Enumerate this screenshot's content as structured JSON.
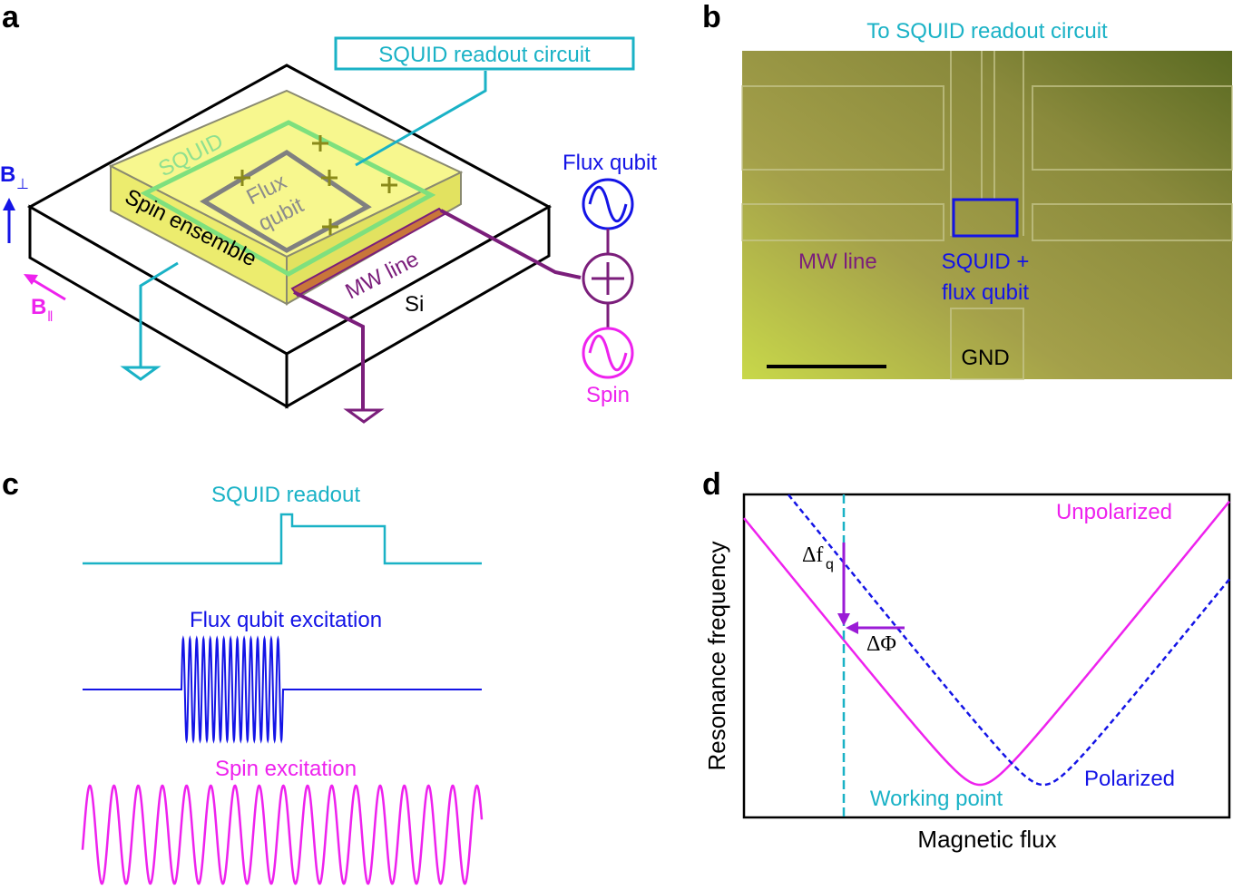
{
  "panels": {
    "a": {
      "letter": "a",
      "squid_readout_box": "SQUID readout circuit",
      "squid": "SQUID",
      "flux_line1": "Flux",
      "flux_line2": "qubit",
      "spin_ensemble": "Spin ensemble",
      "mw_line": "MW line",
      "si": "Si",
      "b_perp": "B",
      "b_perp_sub": "⊥",
      "b_par": "B",
      "b_par_sub": "‖",
      "flux_qubit_source": "Flux qubit",
      "spin_source": "Spin"
    },
    "b": {
      "letter": "b",
      "top_label": "To SQUID readout circuit",
      "mw_line": "MW line",
      "squid_line1": "SQUID +",
      "squid_line2": "flux qubit",
      "gnd": "GND"
    },
    "c": {
      "letter": "c",
      "squid_readout": "SQUID readout",
      "flux_excitation": "Flux qubit excitation",
      "spin_excitation": "Spin excitation"
    },
    "d": {
      "letter": "d",
      "unpolarized": "Unpolarized",
      "polarized": "Polarized",
      "working_point": "Working point",
      "delta_fq": "Δf",
      "delta_fq_sub": "q",
      "delta_phi": "ΔΦ",
      "xlabel": "Magnetic flux",
      "ylabel": "Resonance frequency"
    }
  },
  "colors": {
    "cyan": "#1ab2c6",
    "blue": "#1414e6",
    "magenta": "#ee22ee",
    "purple": "#7b1e7b",
    "chip_yellow": "#f5f58a",
    "squid_green": "#7ee07e",
    "copper": "#c8763a"
  },
  "chart_data": {
    "type": "line",
    "title": "",
    "xlabel": "Magnetic flux",
    "ylabel": "Resonance frequency",
    "series": [
      {
        "name": "Unpolarized",
        "x": [
          -1.0,
          -0.6,
          -0.2,
          0.0,
          0.2,
          0.6,
          1.0
        ],
        "y": [
          1.0,
          0.68,
          0.22,
          0.02,
          0.22,
          0.68,
          1.0
        ]
      },
      {
        "name": "Polarized",
        "x": [
          -0.8,
          -0.4,
          0.0,
          0.2,
          0.4,
          0.8,
          1.2
        ],
        "y": [
          1.0,
          0.68,
          0.22,
          0.02,
          0.22,
          0.68,
          1.0
        ]
      }
    ],
    "annotations": [
      "Working point",
      "Δf",
      "ΔΦ"
    ]
  }
}
